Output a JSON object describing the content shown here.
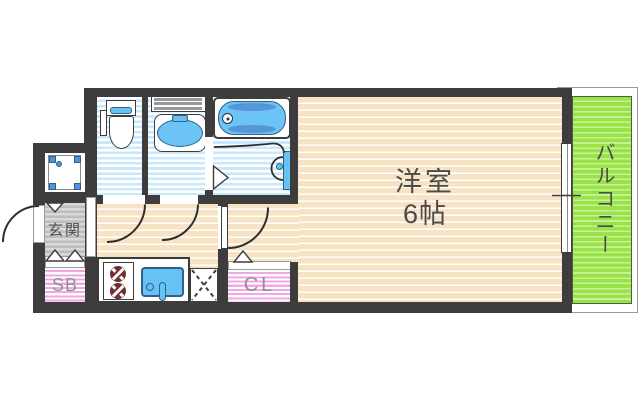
{
  "floorplan": {
    "main_room": {
      "name": "洋室",
      "size": "6帖"
    },
    "balcony": {
      "label": "バルコニー"
    },
    "entrance": {
      "label": "玄関"
    },
    "shoe_box": {
      "label": "SB"
    },
    "closet": {
      "label": "CL"
    }
  },
  "colors": {
    "wall": "#3d3d3d",
    "flooring_beige": "#f7e3c3",
    "wet_area_blue": "#c9e8fb",
    "fixture_blue": "#66c2f2",
    "fixture_blue_dark": "#5496d6",
    "balcony_green": "#9ae24a",
    "entrance_tile_gray": "#cccccc",
    "storage_pink": "#f1a6e6",
    "stove_burner_maroon": "#6e3030",
    "label_dark": "#4a4a4a",
    "label_light": "#8f8f8f"
  }
}
